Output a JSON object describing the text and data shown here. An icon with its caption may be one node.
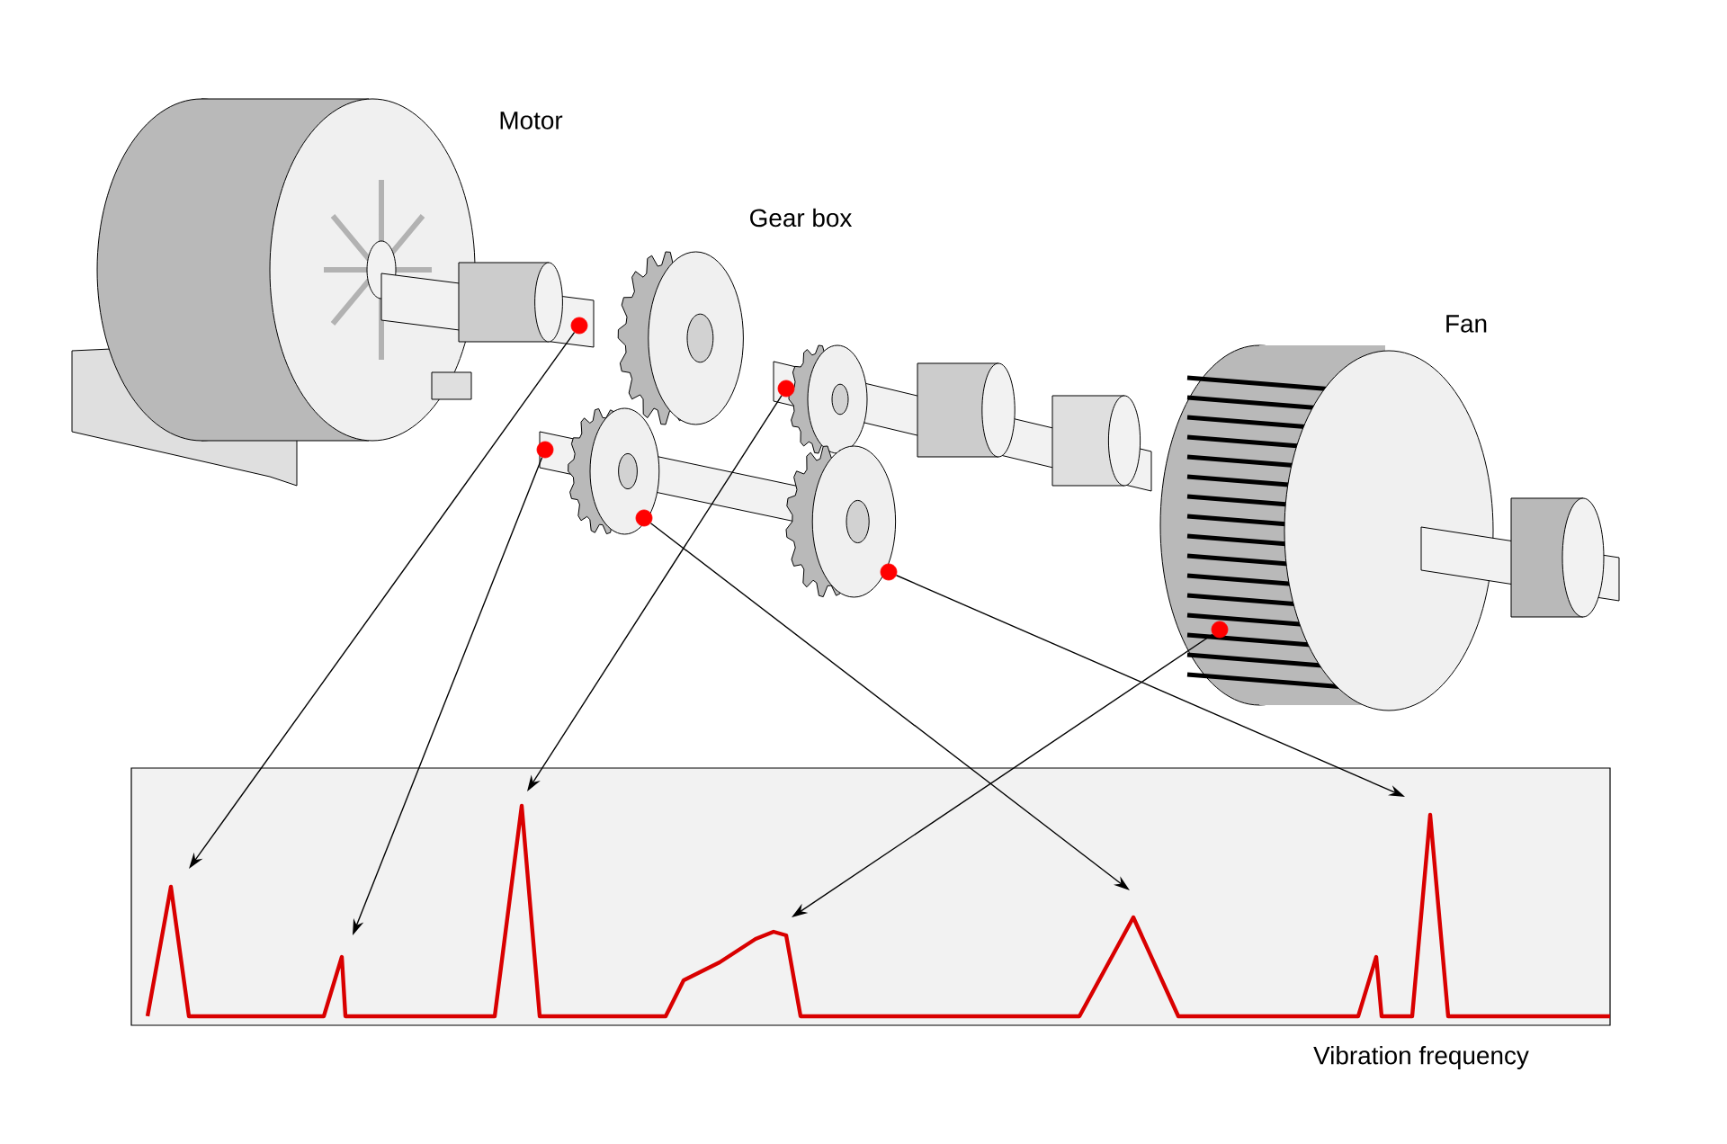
{
  "diagram": {
    "nodes": [
      {
        "text": [],
        "shape": "circle"
      },
      {
        "text": [],
        "shape": "circle"
      },
      {
        "text": [],
        "shape": "circle"
      },
      {
        "text": [],
        "shape": "circle"
      },
      {
        "text": [],
        "shape": "circle"
      },
      {
        "text": [],
        "shape": "circle"
      }
    ],
    "edges": [
      {
        "from": 0,
        "to": null,
        "arrow": "to"
      },
      {
        "from": 1,
        "to": null,
        "arrow": "to"
      },
      {
        "from": 2,
        "to": null,
        "arrow": "to"
      },
      {
        "from": 3,
        "to": null,
        "arrow": "to"
      },
      {
        "from": 4,
        "to": null,
        "arrow": "to"
      },
      {
        "from": 5,
        "to": null,
        "arrow": "to"
      }
    ],
    "labels": [
      "Motor",
      "Gear box",
      "Fan",
      "Vibration frequency"
    ]
  }
}
